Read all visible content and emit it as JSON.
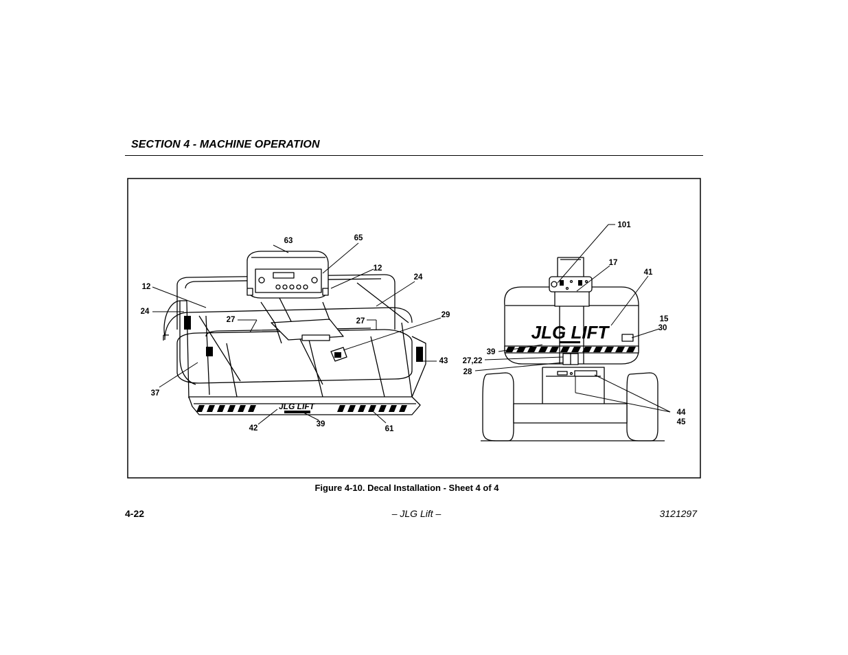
{
  "header": {
    "section_title": "SECTION 4 - MACHINE OPERATION"
  },
  "figure": {
    "caption": "Figure 4-10. Decal Installation - Sheet 4 of 4",
    "platform_logo": "JLG LIFT",
    "machine_logo": "JLG LIFT",
    "callouts": {
      "c63": "63",
      "c65": "65",
      "c12a": "12",
      "c12b": "12",
      "c24a": "24",
      "c24b": "24",
      "c27a": "27",
      "c27b": "27",
      "c29": "29",
      "c43": "43",
      "c37": "37",
      "c42": "42",
      "c39a": "39",
      "c61": "61",
      "c101": "101",
      "c17": "17",
      "c41": "41",
      "c15": "15",
      "c30": "30",
      "c39b": "39",
      "c2722": "27,22",
      "c28": "28",
      "c44": "44",
      "c45": "45"
    }
  },
  "footer": {
    "page_number": "4-22",
    "center_text": "– JLG Lift –",
    "doc_number": "3121297"
  }
}
